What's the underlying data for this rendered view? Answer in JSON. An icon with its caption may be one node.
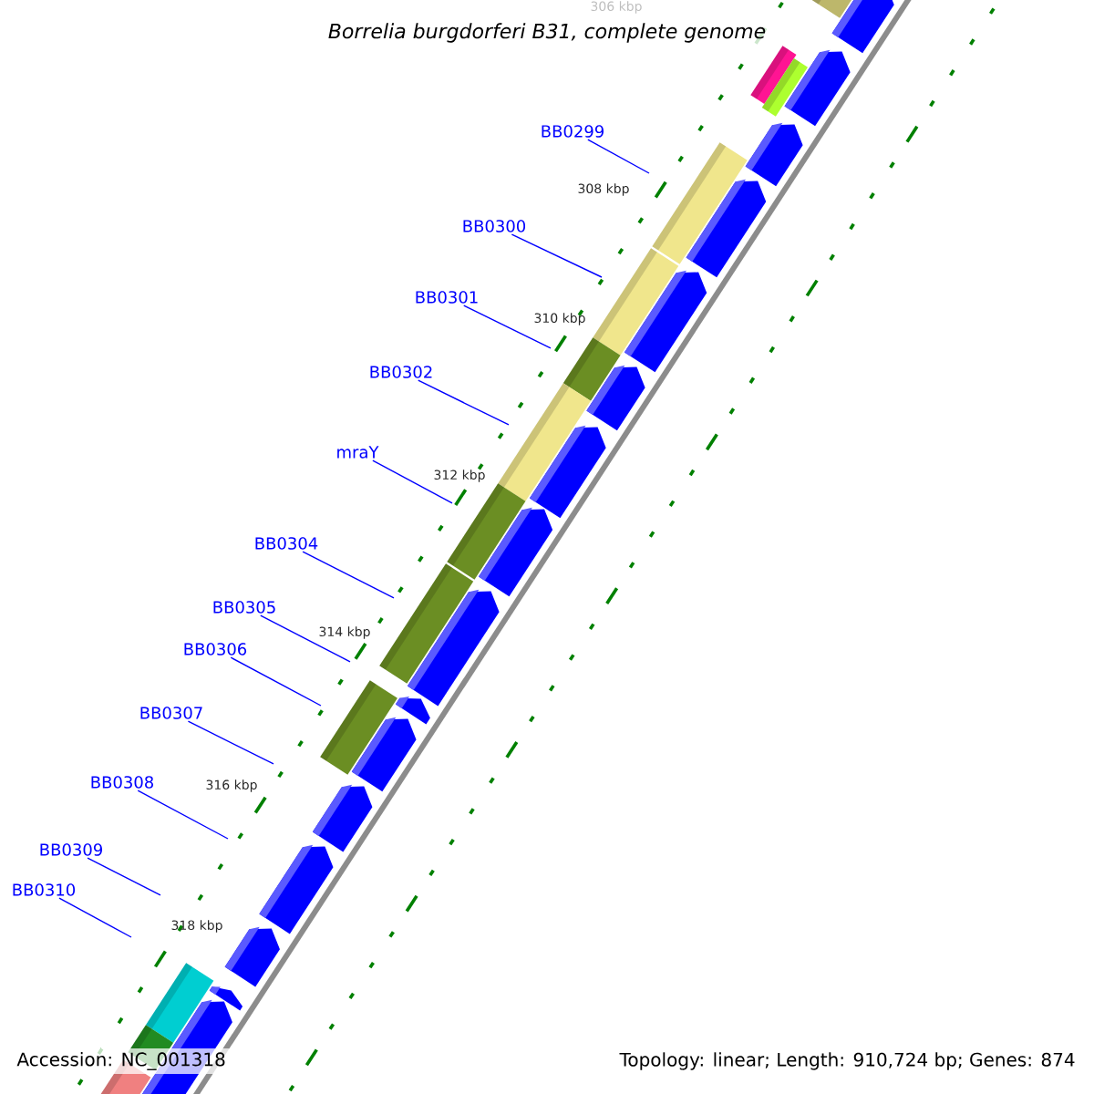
{
  "diagram": {
    "title": "Borrelia burgdorferi B31, complete genome",
    "nodes": [
      {
        "text": [
          "BB0299"
        ]
      },
      {
        "text": [
          "BB0300"
        ]
      },
      {
        "text": [
          "BB0301"
        ]
      },
      {
        "text": [
          "BB0302"
        ]
      },
      {
        "text": [
          "mraY"
        ]
      },
      {
        "text": [
          "BB0304"
        ]
      },
      {
        "text": [
          "BB0305"
        ]
      },
      {
        "text": [
          "BB0306"
        ]
      },
      {
        "text": [
          "BB0307"
        ]
      },
      {
        "text": [
          "BB0308"
        ]
      },
      {
        "text": [
          "BB0309"
        ]
      },
      {
        "text": [
          "BB0310"
        ]
      }
    ],
    "edges": [
      {
        "from": 0,
        "to": null,
        "arrow": "none"
      },
      {
        "from": 1,
        "to": null,
        "arrow": "none"
      },
      {
        "from": 2,
        "to": null,
        "arrow": "none"
      },
      {
        "from": 3,
        "to": null,
        "arrow": "none"
      },
      {
        "from": 4,
        "to": null,
        "arrow": "none"
      },
      {
        "from": 5,
        "to": null,
        "arrow": "none"
      },
      {
        "from": 6,
        "to": null,
        "arrow": "none"
      },
      {
        "from": 7,
        "to": null,
        "arrow": "none"
      },
      {
        "from": 8,
        "to": null,
        "arrow": "none"
      },
      {
        "from": 9,
        "to": null,
        "arrow": "none"
      },
      {
        "from": 10,
        "to": null,
        "arrow": "none"
      },
      {
        "from": 11,
        "to": null,
        "arrow": "none"
      }
    ],
    "labels": [
      "306 kbp",
      "308 kbp",
      "310 kbp",
      "312 kbp",
      "314 kbp",
      "316 kbp",
      "318 kbp",
      "Accession: NC_001318",
      "Topology: linear; Length: 910,724 bp; Genes: 874"
    ]
  }
}
